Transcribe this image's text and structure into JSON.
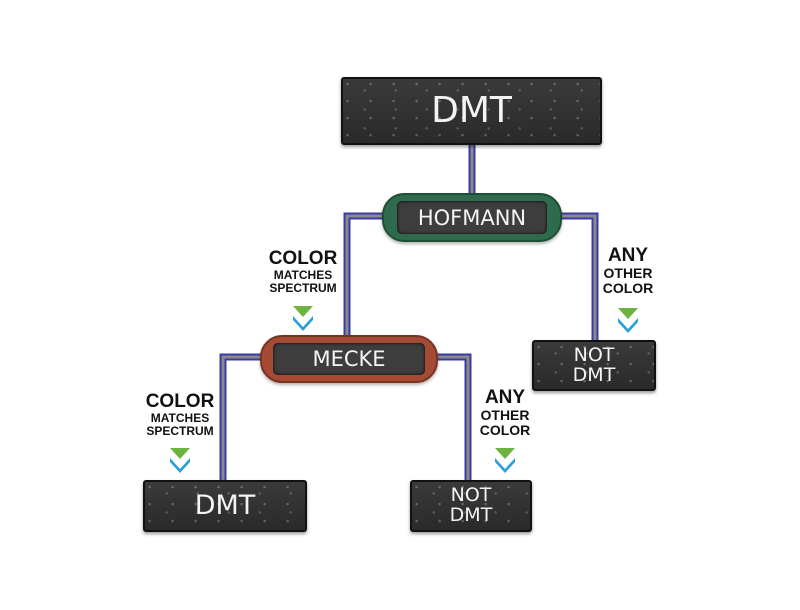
{
  "root": {
    "label": "DMT"
  },
  "hofmann": {
    "label": "HOFMANN",
    "color": "#2e6b4c"
  },
  "mecke": {
    "label": "MECKE",
    "color": "#a54a33"
  },
  "result_not_dmt_right": {
    "line1": "NOT",
    "line2": "DMT"
  },
  "result_dmt_bottom": {
    "label": "DMT"
  },
  "result_not_dmt_bottom": {
    "line1": "NOT",
    "line2": "DMT"
  },
  "label_match_1": {
    "line1": "COLOR",
    "line2": "MATCHES",
    "line3": "SPECTRUM"
  },
  "label_other_1": {
    "line1": "ANY",
    "line2": "OTHER",
    "line3": "COLOR"
  },
  "label_match_2": {
    "line1": "COLOR",
    "line2": "MATCHES",
    "line3": "SPECTRUM"
  },
  "label_other_2": {
    "line1": "ANY",
    "line2": "OTHER",
    "line3": "COLOR"
  },
  "colors": {
    "wire_outline": "#3b3ba8",
    "wire_fill": "#8a8a8a",
    "arrow_green": "#6db33f",
    "arrow_blue": "#2a9fd8"
  }
}
